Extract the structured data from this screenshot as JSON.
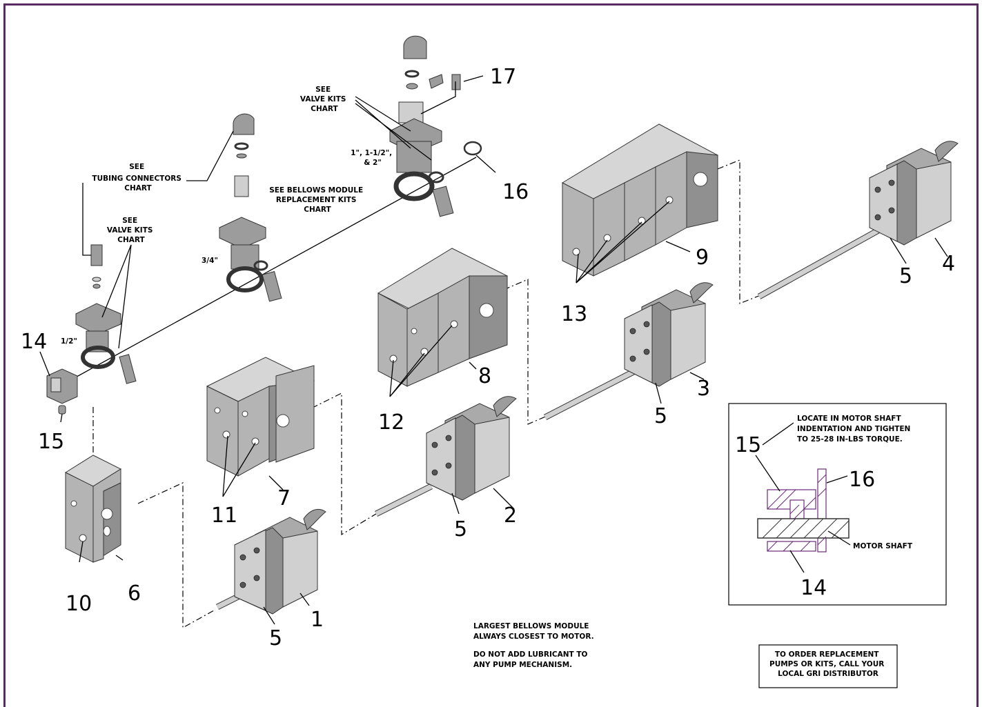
{
  "callouts": {
    "c1": "1",
    "c2": "2",
    "c3": "3",
    "c4": "4",
    "c5a": "5",
    "c5b": "5",
    "c5c": "5",
    "c5d": "5",
    "c6": "6",
    "c7": "7",
    "c8": "8",
    "c9": "9",
    "c10": "10",
    "c11": "11",
    "c12": "12",
    "c13": "13",
    "c14": "14",
    "c15": "15",
    "c16": "16",
    "c17": "17",
    "inset15": "15",
    "inset16": "16",
    "inset14": "14"
  },
  "notes": {
    "see_valve_top": [
      "SEE",
      "VALVE KITS",
      "CHART"
    ],
    "sizes_large": [
      "1\", 1-1/2\",",
      "& 2\""
    ],
    "tubing": [
      "SEE",
      "TUBING CONNECTORS",
      "CHART"
    ],
    "bellows": [
      "SEE BELLOWS MODULE",
      "REPLACEMENT KITS",
      "CHART"
    ],
    "see_valve_left": [
      "SEE",
      "VALVE KITS",
      "CHART"
    ],
    "size_34": "3/4\"",
    "size_12": "1/2\"",
    "inset_locate": [
      "LOCATE IN MOTOR SHAFT",
      "INDENTATION AND TIGHTEN",
      "TO 25-28 IN-LBS TORQUE."
    ],
    "motor_shaft": "MOTOR SHAFT",
    "largest": [
      "LARGEST BELLOWS MODULE",
      "ALWAYS CLOSEST TO MOTOR."
    ],
    "lubricant": [
      "DO NOT ADD LUBRICANT TO",
      "ANY PUMP MECHANISM."
    ],
    "order": [
      "TO ORDER REPLACEMENT",
      "PUMPS OR KITS, CALL YOUR",
      "LOCAL GRI DISTRIBUTOR"
    ]
  },
  "colors": {
    "border": "#5a2a62",
    "inset_hatch": "#6a2a78",
    "part_gray": "#9c9c9c"
  }
}
